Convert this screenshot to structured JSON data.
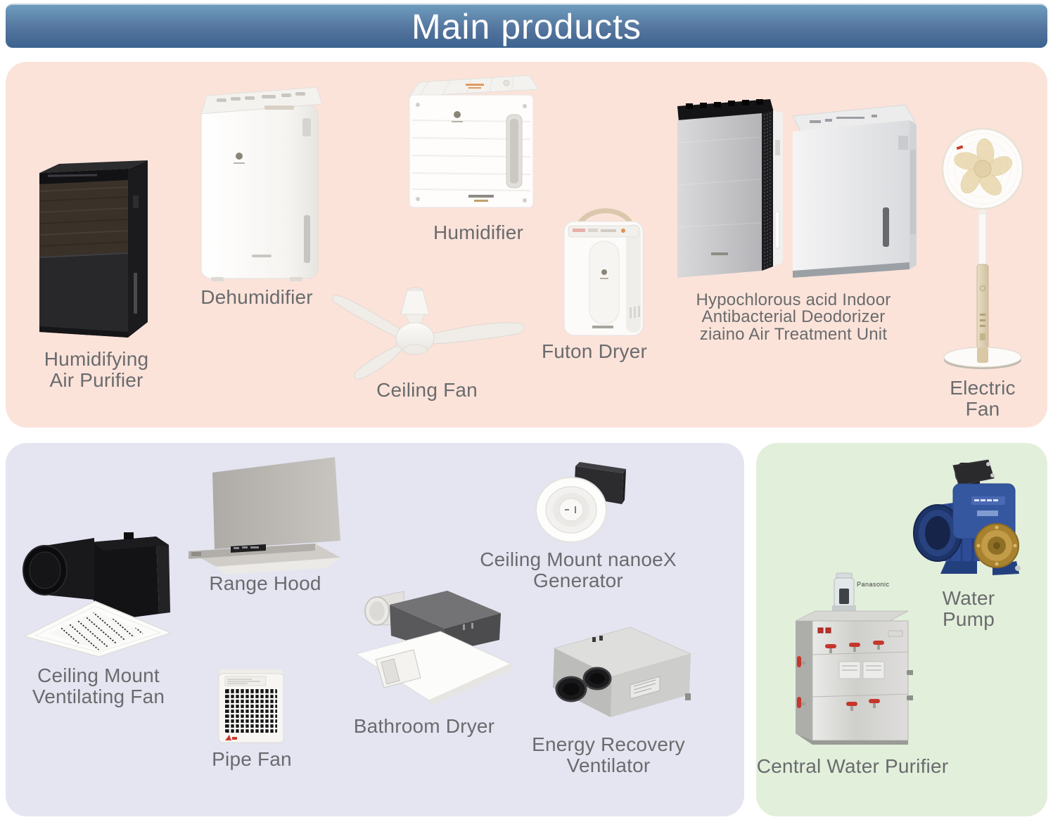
{
  "header": {
    "title": "Main products"
  },
  "products": {
    "humidifying_air_purifier": {
      "label": "Humidifying\nAir Purifier"
    },
    "dehumidifier": {
      "label": "Dehumidifier"
    },
    "humidifier": {
      "label": "Humidifier"
    },
    "ceiling_fan": {
      "label": "Ceiling Fan"
    },
    "futon_dryer": {
      "label": "Futon Dryer"
    },
    "ziaino": {
      "label": "Hypochlorous acid Indoor\nAntibacterial Deodorizer\nziaino Air Treatment Unit"
    },
    "electric_fan": {
      "label": "Electric Fan"
    },
    "ceiling_mount_ventilating_fan": {
      "label": "Ceiling Mount\nVentilating Fan"
    },
    "range_hood": {
      "label": "Range Hood"
    },
    "pipe_fan": {
      "label": "Pipe Fan"
    },
    "bathroom_dryer": {
      "label": "Bathroom Dryer"
    },
    "ceiling_mount_nanoex_generator": {
      "label": "Ceiling Mount nanoeX\nGenerator"
    },
    "energy_recovery_ventilator": {
      "label": "Energy Recovery\nVentilator"
    },
    "water_pump": {
      "label": "Water Pump"
    },
    "central_water_purifier": {
      "label": "Central Water Purifier",
      "brand": "Panasonic"
    }
  },
  "colors": {
    "header_gradient_top": "#6e9cbe",
    "header_gradient_bottom": "#3c6390",
    "panel_air_bg": "#fbe3da",
    "panel_ventilation_bg": "#e4e5f1",
    "panel_water_bg": "#e2efdb",
    "label_text": "#6a6b6d",
    "title_text": "#ffffff"
  }
}
